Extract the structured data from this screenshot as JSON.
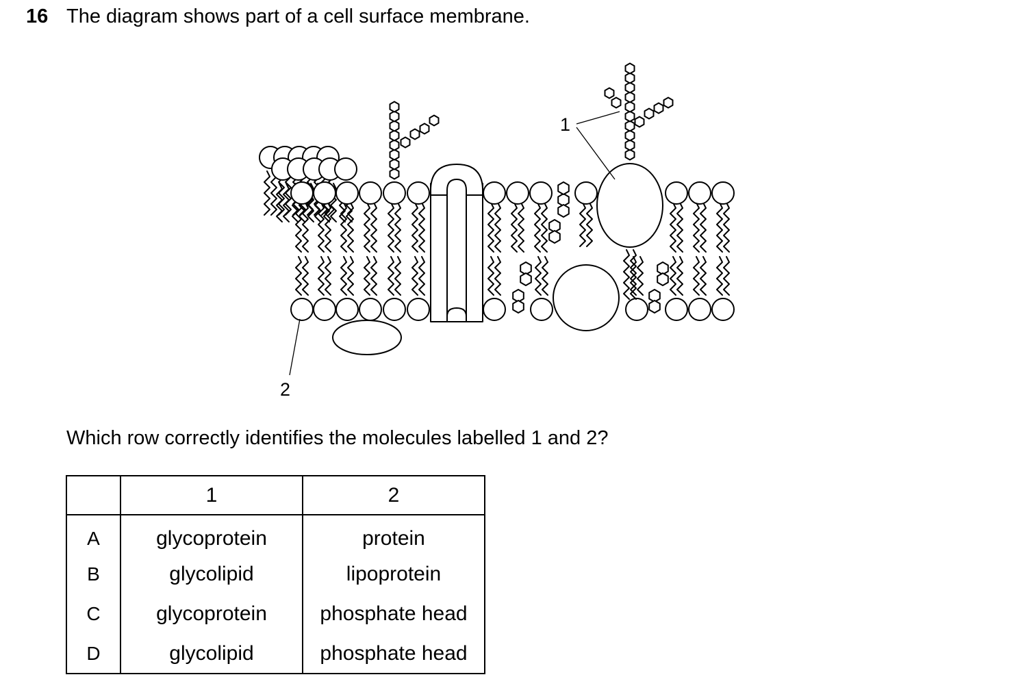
{
  "question": {
    "number": "16",
    "text": "The diagram shows part of a cell surface membrane.",
    "prompt": "Which row correctly identifies the molecules labelled 1 and 2?"
  },
  "diagram": {
    "label_1": "1",
    "label_2": "2"
  },
  "table": {
    "headers": [
      "",
      "1",
      "2"
    ],
    "rows": [
      {
        "letter": "A",
        "col1": "glycoprotein",
        "col2": "protein"
      },
      {
        "letter": "B",
        "col1": "glycolipid",
        "col2": "lipoprotein"
      },
      {
        "letter": "C",
        "col1": "glycoprotein",
        "col2": "phosphate head"
      },
      {
        "letter": "D",
        "col1": "glycolipid",
        "col2": "phosphate head"
      }
    ]
  }
}
